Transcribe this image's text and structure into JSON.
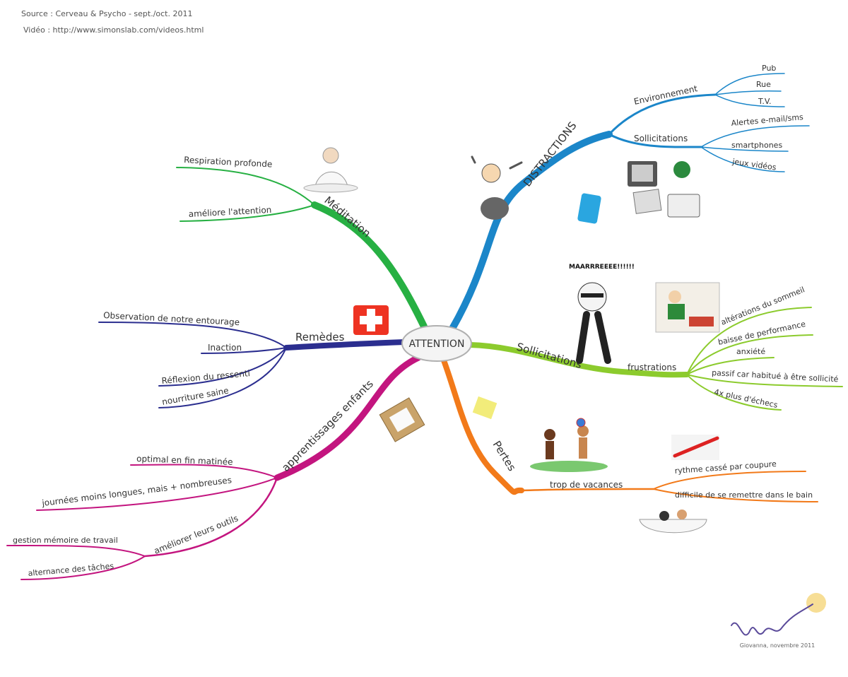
{
  "header": {
    "source": "Source : Cerveau & Psycho - sept./oct. 2011",
    "video": "Vidéo : http://www.simonslab.com/videos.html"
  },
  "center": {
    "label": "ATTENTION"
  },
  "colors": {
    "distractions": "#1b86c9",
    "meditation": "#27b043",
    "remedes": "#2b2e8f",
    "apprentissages": "#c3157f",
    "sollicitations": "#8ccb2d",
    "pertes": "#f27a1a"
  },
  "branches": {
    "distractions": {
      "label": "DISTRACTIONS",
      "environnement": {
        "label": "Environnement",
        "items": [
          "Pub",
          "Rue",
          "T.V."
        ]
      },
      "sollicitations": {
        "label": "Sollicitations",
        "items": [
          "Alertes e-mail/sms",
          "smartphones",
          "jeux vidéos"
        ]
      }
    },
    "meditation": {
      "label": "Méditation",
      "items": [
        "Respiration profonde",
        "améliore l'attention"
      ]
    },
    "remedes": {
      "label": "Remèdes",
      "items": [
        "Observation de notre entourage",
        "Inaction",
        "Réflexion du ressenti",
        "nourriture saine"
      ]
    },
    "apprentissages": {
      "label": "apprentissages enfants",
      "items": [
        "optimal en fin matinée",
        "journées moins longues, mais + nombreuses"
      ],
      "outils": {
        "label": "améliorer leurs outils",
        "items": [
          "gestion mémoire de travail",
          "alternance des tâches"
        ]
      }
    },
    "sollicitations": {
      "label": "Sollicitations",
      "frustrations": {
        "label": "frustrations",
        "items": [
          "altérations du sommeil",
          "baisse de performance",
          "anxiété",
          "passif car habitué à être sollicité",
          "4x plus d'échecs"
        ]
      },
      "shout": "MAARRREEEE!!!!!!"
    },
    "pertes": {
      "label": "Pertes",
      "vacances": {
        "label": "trop de vacances",
        "items": [
          "rythme cassé par coupure",
          "difficile de se remettre dans le bain"
        ]
      }
    }
  },
  "footer": {
    "signature": "Giovanna, novembre 2011"
  }
}
